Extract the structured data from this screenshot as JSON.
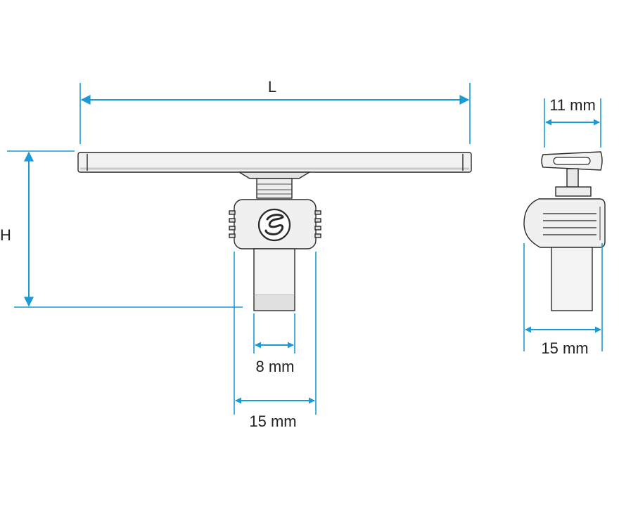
{
  "front_view": {
    "length_label": "L",
    "height_label": "H",
    "inner_width_label": "8 mm",
    "outer_width_label": "15 mm"
  },
  "side_view": {
    "top_width_label": "11 mm",
    "bottom_width_label": "15 mm"
  },
  "colors": {
    "dimension": "#1a9ad6",
    "outline": "#2a2a2a",
    "part_fill": "#ebebeb"
  }
}
